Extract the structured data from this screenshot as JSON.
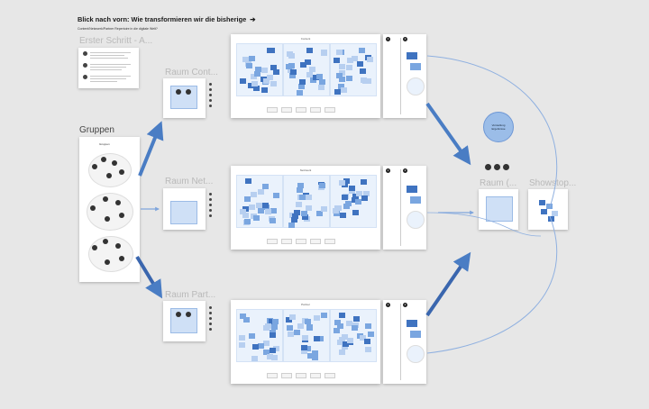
{
  "header": {
    "title": "Blick nach vorn: Wie transformieren wir die bisherige",
    "arrow": "➔",
    "subtitle": "Content/Netzwerk/Partner Repertoire in die digitale Welt?"
  },
  "frames": {
    "erster_schritt": {
      "label": "Erster Schritt - A..."
    },
    "gruppen": {
      "label": "Gruppen",
      "inner_title": "Gruppen"
    },
    "raum_content": {
      "label": "Raum Cont..."
    },
    "raum_netzwerk": {
      "label": "Raum Net..."
    },
    "raum_partner": {
      "label": "Raum Part..."
    },
    "raum_right": {
      "label": "Raum (..."
    },
    "showstop": {
      "label": "Showstop..."
    }
  },
  "boards": {
    "top": {
      "title": "Content"
    },
    "middle": {
      "title": "Netzwerk"
    },
    "bottom": {
      "title": "Partner"
    }
  },
  "result_badge": {
    "text": "Vorstellung Ergebnisse"
  },
  "colors": {
    "arrow": "#4a7dc4",
    "curve": "#8fb0e0",
    "sticky_dark": "#3f73c0",
    "sticky_mid": "#7aa6e0",
    "sticky_light": "#b7cff0",
    "background": "#e7e7e7"
  }
}
